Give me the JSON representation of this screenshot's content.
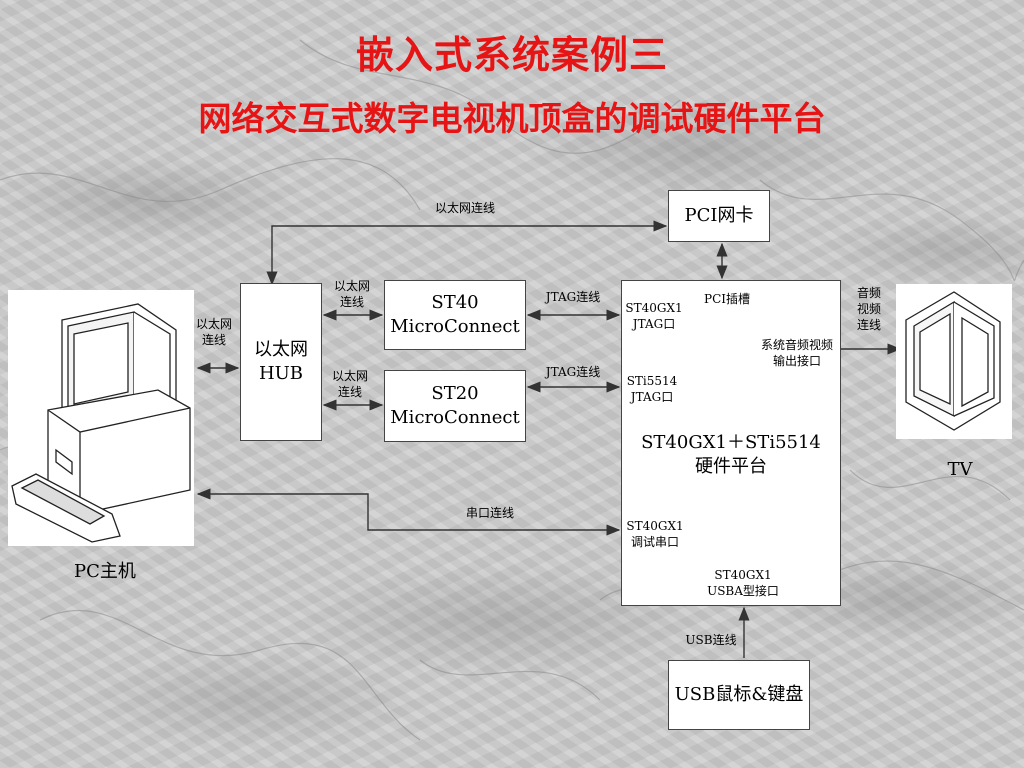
{
  "title": {
    "main": "嵌入式系统案例三",
    "sub": "网络交互式数字电视机顶盒的调试硬件平台"
  },
  "colors": {
    "title": "#e61414",
    "background": "#c9c9c9",
    "box": "#ffffff",
    "line": "#333333"
  },
  "nodes": {
    "pc": {
      "label": "PC主机"
    },
    "hub": {
      "line1": "以太网",
      "line2": "HUB"
    },
    "st40": {
      "line1": "ST40",
      "line2": "MicroConnect"
    },
    "st20": {
      "line1": "ST20",
      "line2": "MicroConnect"
    },
    "pci_nic": {
      "label": "PCI网卡"
    },
    "platform": {
      "line1": "ST40GX1＋STi5514",
      "line2": "硬件平台",
      "pci_slot": "PCI插槽",
      "st40_jtag_1": "ST40GX1",
      "st40_jtag_2": "JTAG口",
      "sti_jtag_1": "STi5514",
      "sti_jtag_2": "JTAG口",
      "av_out_1": "系统音频视频",
      "av_out_2": "输出接口",
      "serial_1": "ST40GX1",
      "serial_2": "调试串口",
      "usb_1": "ST40GX1",
      "usb_2": "USBA型接口"
    },
    "tv": {
      "label": "TV"
    },
    "usb_dev": {
      "label": "USB鼠标&键盘"
    }
  },
  "edges": {
    "eth_top": "以太网连线",
    "pc_hub_1": "以太网",
    "pc_hub_2": "连线",
    "hub_st40_1": "以太网",
    "hub_st40_2": "连线",
    "hub_st20_1": "以太网",
    "hub_st20_2": "连线",
    "jtag1": "JTAG连线",
    "jtag2": "JTAG连线",
    "serial": "串口连线",
    "usb": "USB连线",
    "av_1": "音频",
    "av_2": "视频",
    "av_3": "连线"
  }
}
